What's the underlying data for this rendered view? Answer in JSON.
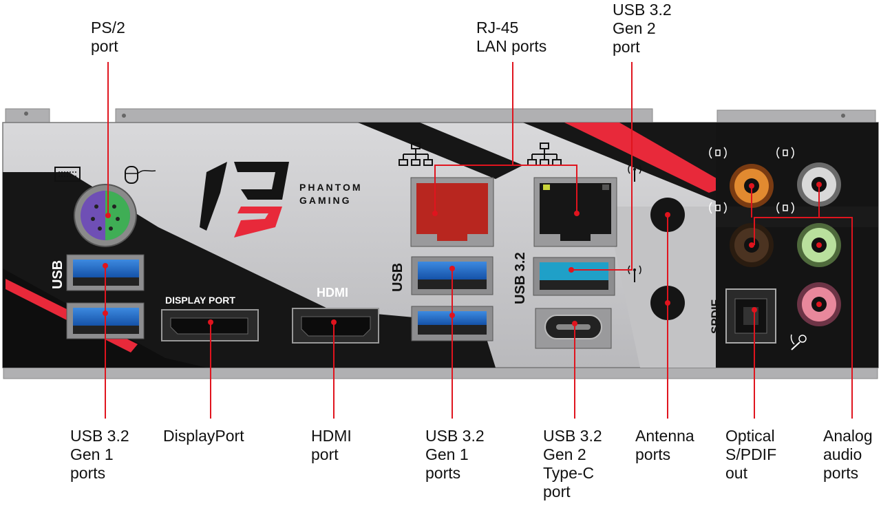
{
  "callouts": {
    "ps2": "PS/2\nport",
    "rj45": "RJ-45\nLAN ports",
    "usb_top": "USB 3.2\nGen 2\nport",
    "usb_left": "USB 3.2\nGen 1\nports",
    "displayport": "DisplayPort",
    "hdmi": "HDMI\nport",
    "usb_mid": "USB 3.2\nGen 1\nports",
    "typec": "USB 3.2\nGen 2\nType-C\nport",
    "antenna": "Antenna\nports",
    "optical": "Optical\nS/PDIF\nout",
    "analog": "Analog\naudio\nports"
  },
  "panel_labels": {
    "brand_line1": "PHANTOM",
    "brand_line2": "GAMING",
    "usb_left": "USB",
    "displayport": "DISPLAY PORT",
    "hdmi": "HDMI",
    "usb_mid": "USB",
    "usb32": "USB 3.2",
    "spdif": "SPDIF"
  },
  "colors": {
    "leader": "#e0141e",
    "panel_silver": "#c9c9cb",
    "panel_dark": "#1a1a1a",
    "accent_red": "#e8293a",
    "usb_blue": "#1f6fd0",
    "lan_red": "#b8261f",
    "ps2_purple": "#7a5cc0",
    "ps2_green": "#3fae55"
  },
  "icons": [
    "keyboard-icon",
    "mouse-icon",
    "network-icon",
    "antenna-icon",
    "speaker-icon",
    "microphone-icon"
  ]
}
